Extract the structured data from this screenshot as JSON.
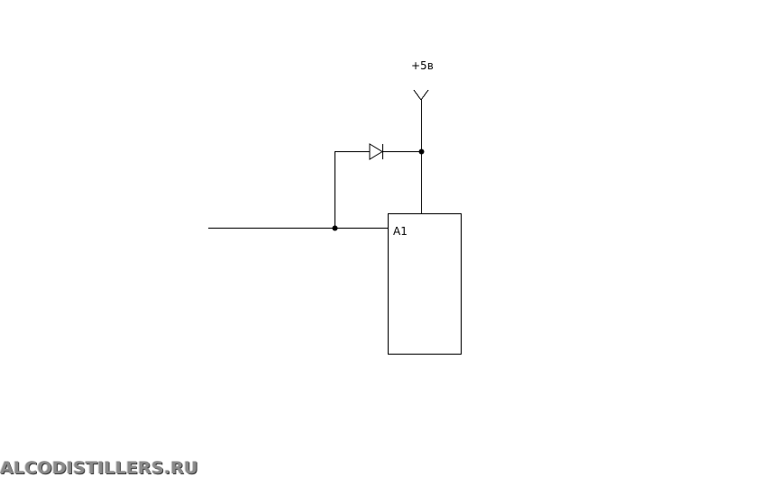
{
  "diagram": {
    "power_label": "+5в",
    "chip_label": "A1"
  },
  "watermark": {
    "text": "ALCODISTILLERS.RU"
  },
  "colors": {
    "line": "#000000",
    "background": "#ffffff",
    "watermark": "#8a8a8a"
  }
}
